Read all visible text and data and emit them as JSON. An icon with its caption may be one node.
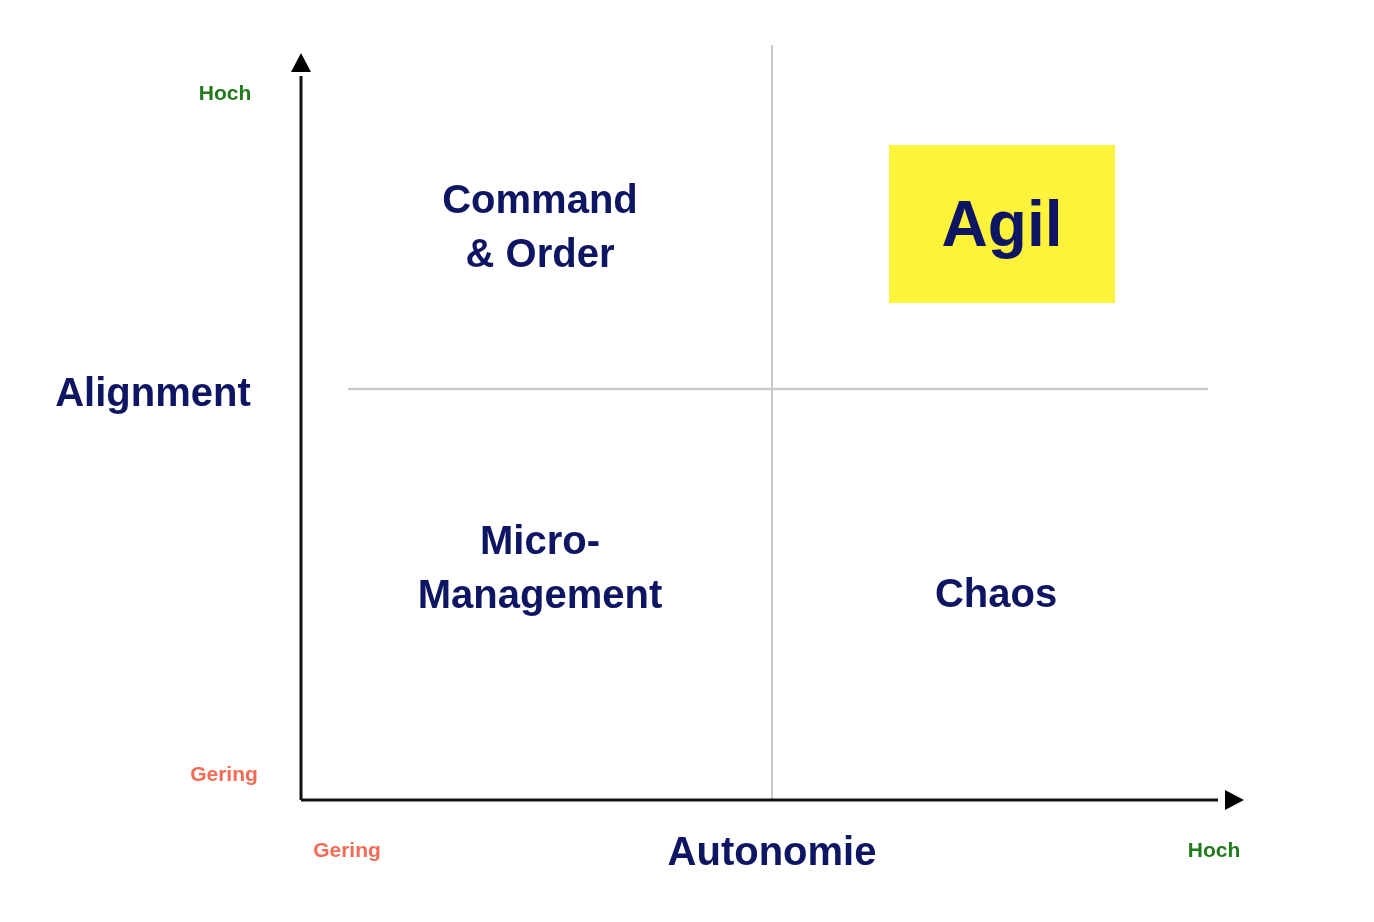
{
  "diagram": {
    "nodes": [
      {
        "text": [
          "Agil"
        ]
      }
    ],
    "labels": [
      "Hoch",
      "Command & Order",
      "Alignment",
      "Micro- Management",
      "Chaos",
      "Gering",
      "Gering",
      "Autonomie",
      "Hoch"
    ]
  }
}
